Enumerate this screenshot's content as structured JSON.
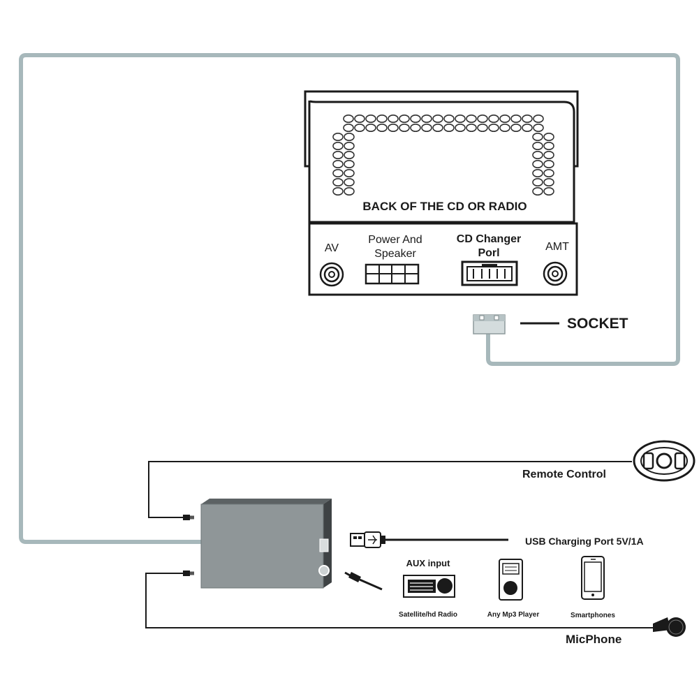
{
  "labels": {
    "back_panel": "BACK OF THE CD OR RADIO",
    "av": "AV",
    "power_line1": "Power And",
    "power_line2": "Speaker",
    "cd_line1": "CD Changer",
    "cd_line2": "Porl",
    "amt": "AMT",
    "socket": "SOCKET",
    "remote": "Remote Control",
    "usb": "USB Charging Port 5V/1A",
    "aux": "AUX input",
    "satellite": "Satellite/hd Radio",
    "mp3": "Any Mp3 Player",
    "smartphones": "Smartphones",
    "micphone": "MicPhone"
  },
  "colors": {
    "cable": "#a7b8bb",
    "line": "#1a1a1a",
    "box_front": "#8f9698",
    "box_top": "#5c6264",
    "box_side": "#3e4244"
  }
}
